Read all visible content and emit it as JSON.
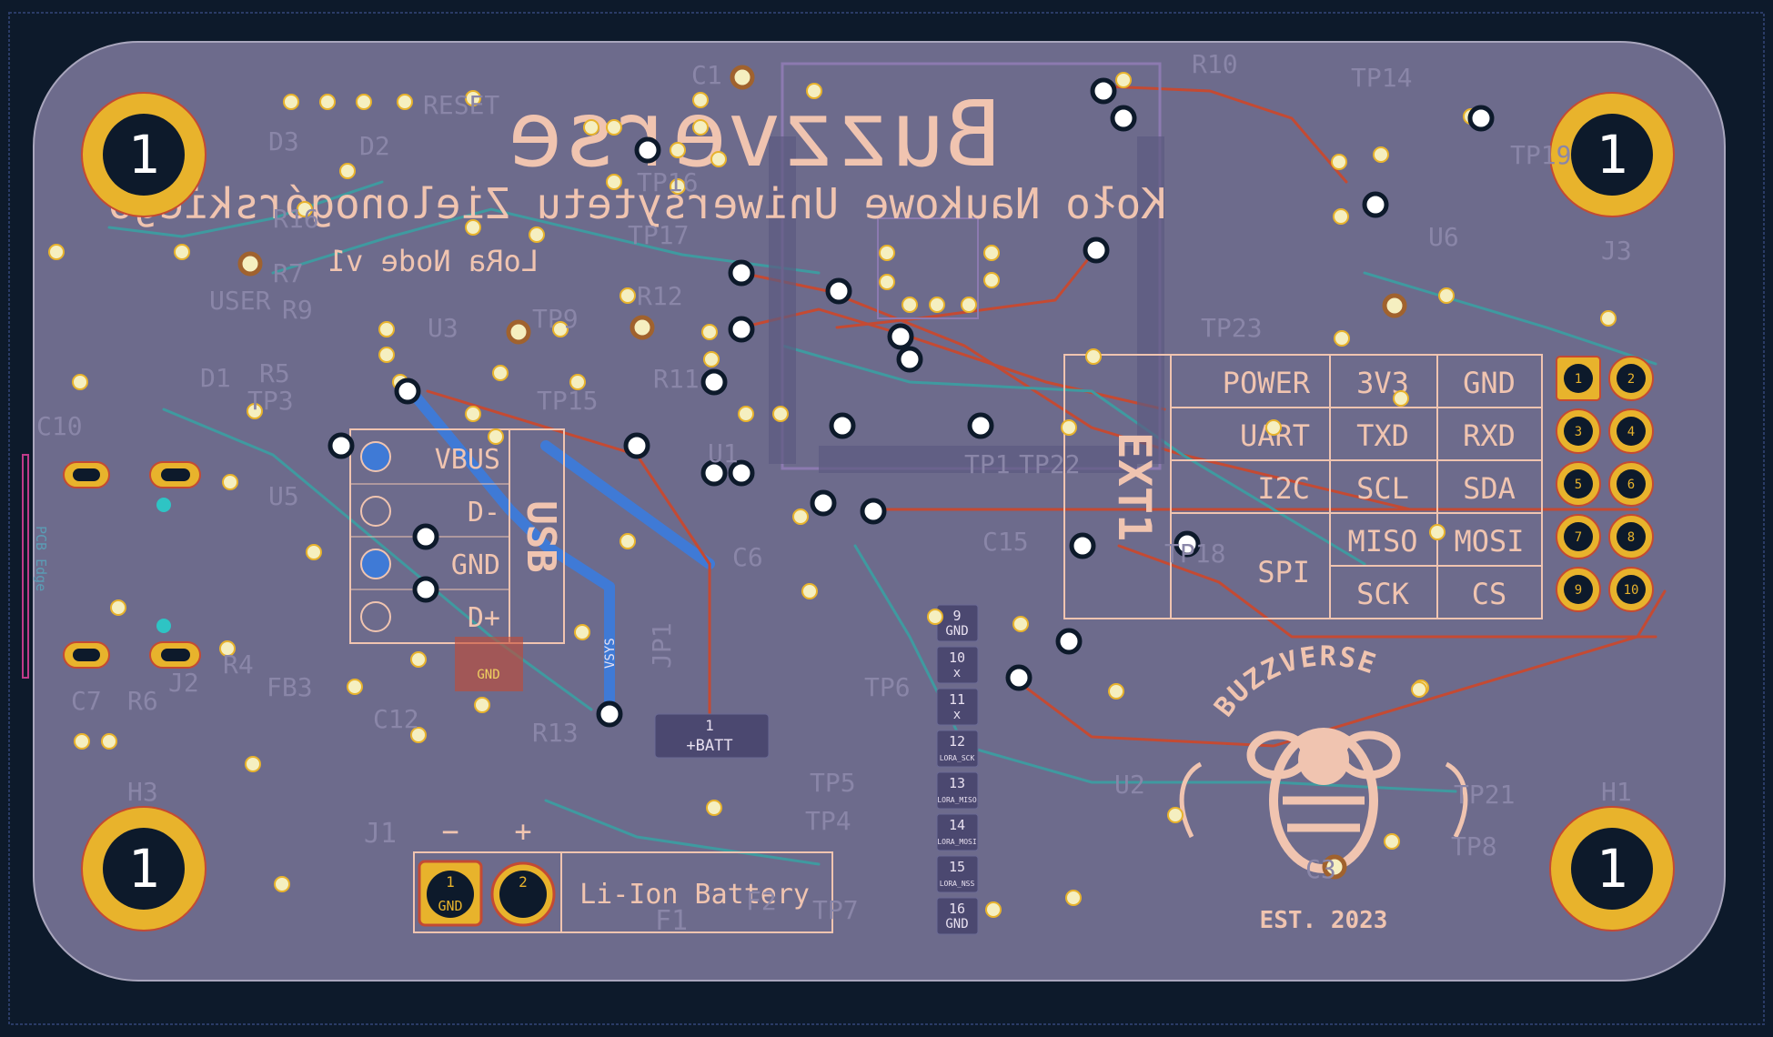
{
  "board": {
    "title": "Buzzverse",
    "subtitle": "Koło Naukowe Uniwersytetu Zielonogórskiego",
    "version": "LoRa Node v1",
    "logo_text": "BUZZVERSE",
    "logo_est": "EST. 2023",
    "edge_label": "PCB Edge"
  },
  "mounting_holes": {
    "number": "1"
  },
  "usb": {
    "title": "USB",
    "pins": [
      "VBUS",
      "D-",
      "GND",
      "D+"
    ],
    "vsys": "VSYS",
    "pad_gnd": "GND"
  },
  "battery": {
    "label": "Li-Ion Battery",
    "minus": "−",
    "plus": "+",
    "ref": "J1",
    "fuse_ref": "F1",
    "pad1_num": "1",
    "pad1_label": "GND",
    "pad2_num": "2"
  },
  "jp_batt": {
    "ref": "JP1",
    "pad_num": "1",
    "pad_label": "+BATT"
  },
  "ext": {
    "title": "EXT1",
    "rows": [
      [
        "POWER",
        "3V3",
        "GND"
      ],
      [
        "UART",
        "TXD",
        "RXD"
      ],
      [
        "I2C",
        "SCL",
        "SDA"
      ],
      [
        "",
        "MISO",
        "MOSI"
      ],
      [
        "SPI",
        "SCK",
        "CS"
      ]
    ],
    "header_pins": [
      "1",
      "2",
      "3",
      "4",
      "5",
      "6",
      "7",
      "8",
      "9",
      "10"
    ]
  },
  "lora_pads": [
    {
      "num": "9",
      "label": "GND"
    },
    {
      "num": "10",
      "label": "x"
    },
    {
      "num": "11",
      "label": "x"
    },
    {
      "num": "12",
      "label": "LORA_SCK"
    },
    {
      "num": "13",
      "label": "LORA_MISO"
    },
    {
      "num": "14",
      "label": "LORA_MOSI"
    },
    {
      "num": "15",
      "label": "LORA_NSS"
    },
    {
      "num": "16",
      "label": "GND"
    }
  ],
  "refs": [
    "R10",
    "TP14",
    "TP19",
    "J3",
    "U6",
    "TP23",
    "C1",
    "TP16",
    "TP17",
    "R12",
    "TP9",
    "R11",
    "U1",
    "U3",
    "TP15",
    "C6",
    "R13",
    "C12",
    "TP6",
    "TP5",
    "TP4",
    "TP7",
    "U2",
    "TP21",
    "TP8",
    "C3",
    "H1",
    "H3",
    "J2",
    "R4",
    "R6",
    "C7",
    "FB3",
    "U5",
    "C10",
    "R5",
    "R7",
    "R9",
    "R16",
    "D3",
    "D2",
    "RESET",
    "USER",
    "D1",
    "C15",
    "TP18",
    "TP22",
    "TP1",
    "TP3",
    "F2"
  ],
  "colors": {
    "board": "#6d6b8c",
    "background": "#0d1a2b",
    "hole": "#e8b32c",
    "silk": "#f0c4b0",
    "trace_red": "#c44a33",
    "trace_teal": "#3f9aa0",
    "trace_blue": "#3f7ad6"
  }
}
